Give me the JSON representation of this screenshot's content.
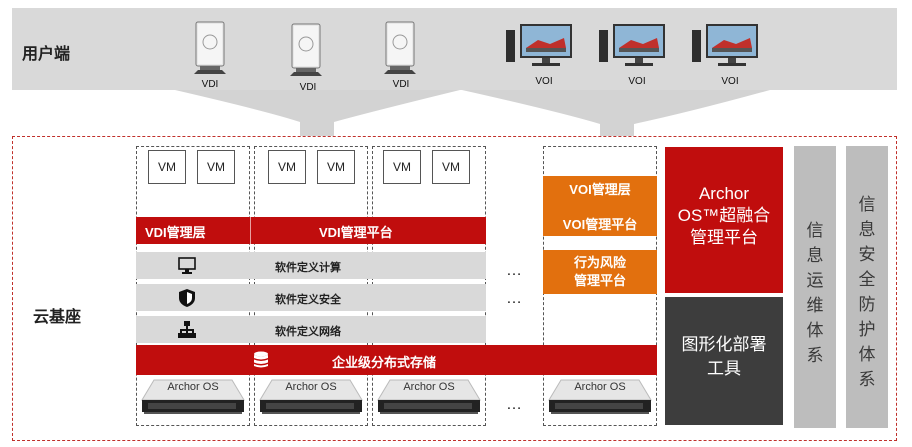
{
  "user_layer": {
    "label": "用户端",
    "devices": [
      {
        "label": "VDI",
        "icon": "thin-client-icon"
      },
      {
        "label": "VDI",
        "icon": "thin-client-icon"
      },
      {
        "label": "VDI",
        "icon": "thin-client-icon"
      },
      {
        "label": "VOI",
        "icon": "desktop-pc-icon"
      },
      {
        "label": "VOI",
        "icon": "desktop-pc-icon"
      },
      {
        "label": "VOI",
        "icon": "desktop-pc-icon"
      }
    ]
  },
  "cloud": {
    "label": "云基座",
    "vm_label": "VM",
    "vdi_layer": "VDI管理层",
    "vdi_platform": "VDI管理平台",
    "rows": [
      {
        "label": "软件定义计算",
        "icon": "monitor-icon"
      },
      {
        "label": "软件定义安全",
        "icon": "shield-icon"
      },
      {
        "label": "软件定义网络",
        "icon": "network-icon"
      }
    ],
    "storage": {
      "label": "企业级分布式存储",
      "icon": "database-icon"
    },
    "server_label": "Archor OS",
    "ellipsis": "…",
    "voi": {
      "layer": "VOI管理层",
      "platform": "VOI管理平台",
      "risk_line1": "行为风险",
      "risk_line2": "管理平台"
    },
    "archor_platform": {
      "line1": "Archor",
      "line2": "OS™超融合",
      "line3": "管理平台"
    },
    "deploy_tool": {
      "line1": "图形化部署",
      "line2": "工具"
    },
    "ops_system": "信息运维体系",
    "security_system": "信息安全防护体系"
  },
  "colors": {
    "red": "#c00d0d",
    "orange": "#e2700e",
    "dark_gray": "#3d3d3d",
    "light_gray": "#d9d9d9",
    "bar_gray": "#bdbdbd"
  }
}
